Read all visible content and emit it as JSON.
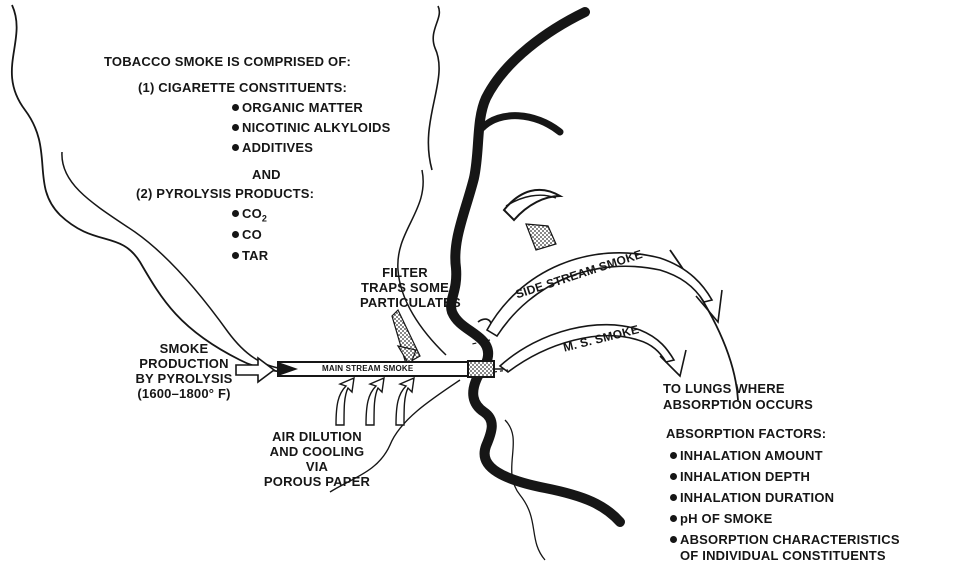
{
  "composition": {
    "heading": "TOBACCO SMOKE IS COMPRISED OF:",
    "group1_label": "(1) CIGARETTE  CONSTITUENTS:",
    "group1_items": [
      "ORGANIC MATTER",
      "NICOTINIC ALKYLOIDS",
      "ADDITIVES"
    ],
    "connector": "AND",
    "group2_label": "(2) PYROLYSIS PRODUCTS:",
    "group2_items": {
      "co2_base": "CO",
      "co2_sub": "2",
      "co": "CO",
      "tar": "TAR"
    }
  },
  "filter_note": {
    "line1": "FILTER",
    "line2": "TRAPS SOME",
    "line3": "PARTICULATES"
  },
  "smoke_production": {
    "line1": "SMOKE",
    "line2": "PRODUCTION",
    "line3": "BY PYROLYSIS",
    "line4": "(1600–1800° F)"
  },
  "cigarette_label": "MAIN STREAM SMOKE",
  "air_dilution": {
    "line1": "AIR DILUTION",
    "line2": "AND COOLING",
    "line3": "VIA",
    "line4": "POROUS PAPER"
  },
  "side_stream_label": "SIDE STREAM SMOKE",
  "main_stream_label": "M. S. SMOKE",
  "lungs_note": {
    "line1": "TO LUNGS WHERE",
    "line2": "ABSORPTION OCCURS"
  },
  "absorption": {
    "heading": "ABSORPTION FACTORS:",
    "items": [
      "INHALATION AMOUNT",
      "INHALATION DEPTH",
      "INHALATION DURATION",
      "pH OF SMOKE",
      "ABSORPTION CHARACTERISTICS"
    ],
    "item5_line2": "OF INDIVIDUAL CONSTITUENTS"
  }
}
